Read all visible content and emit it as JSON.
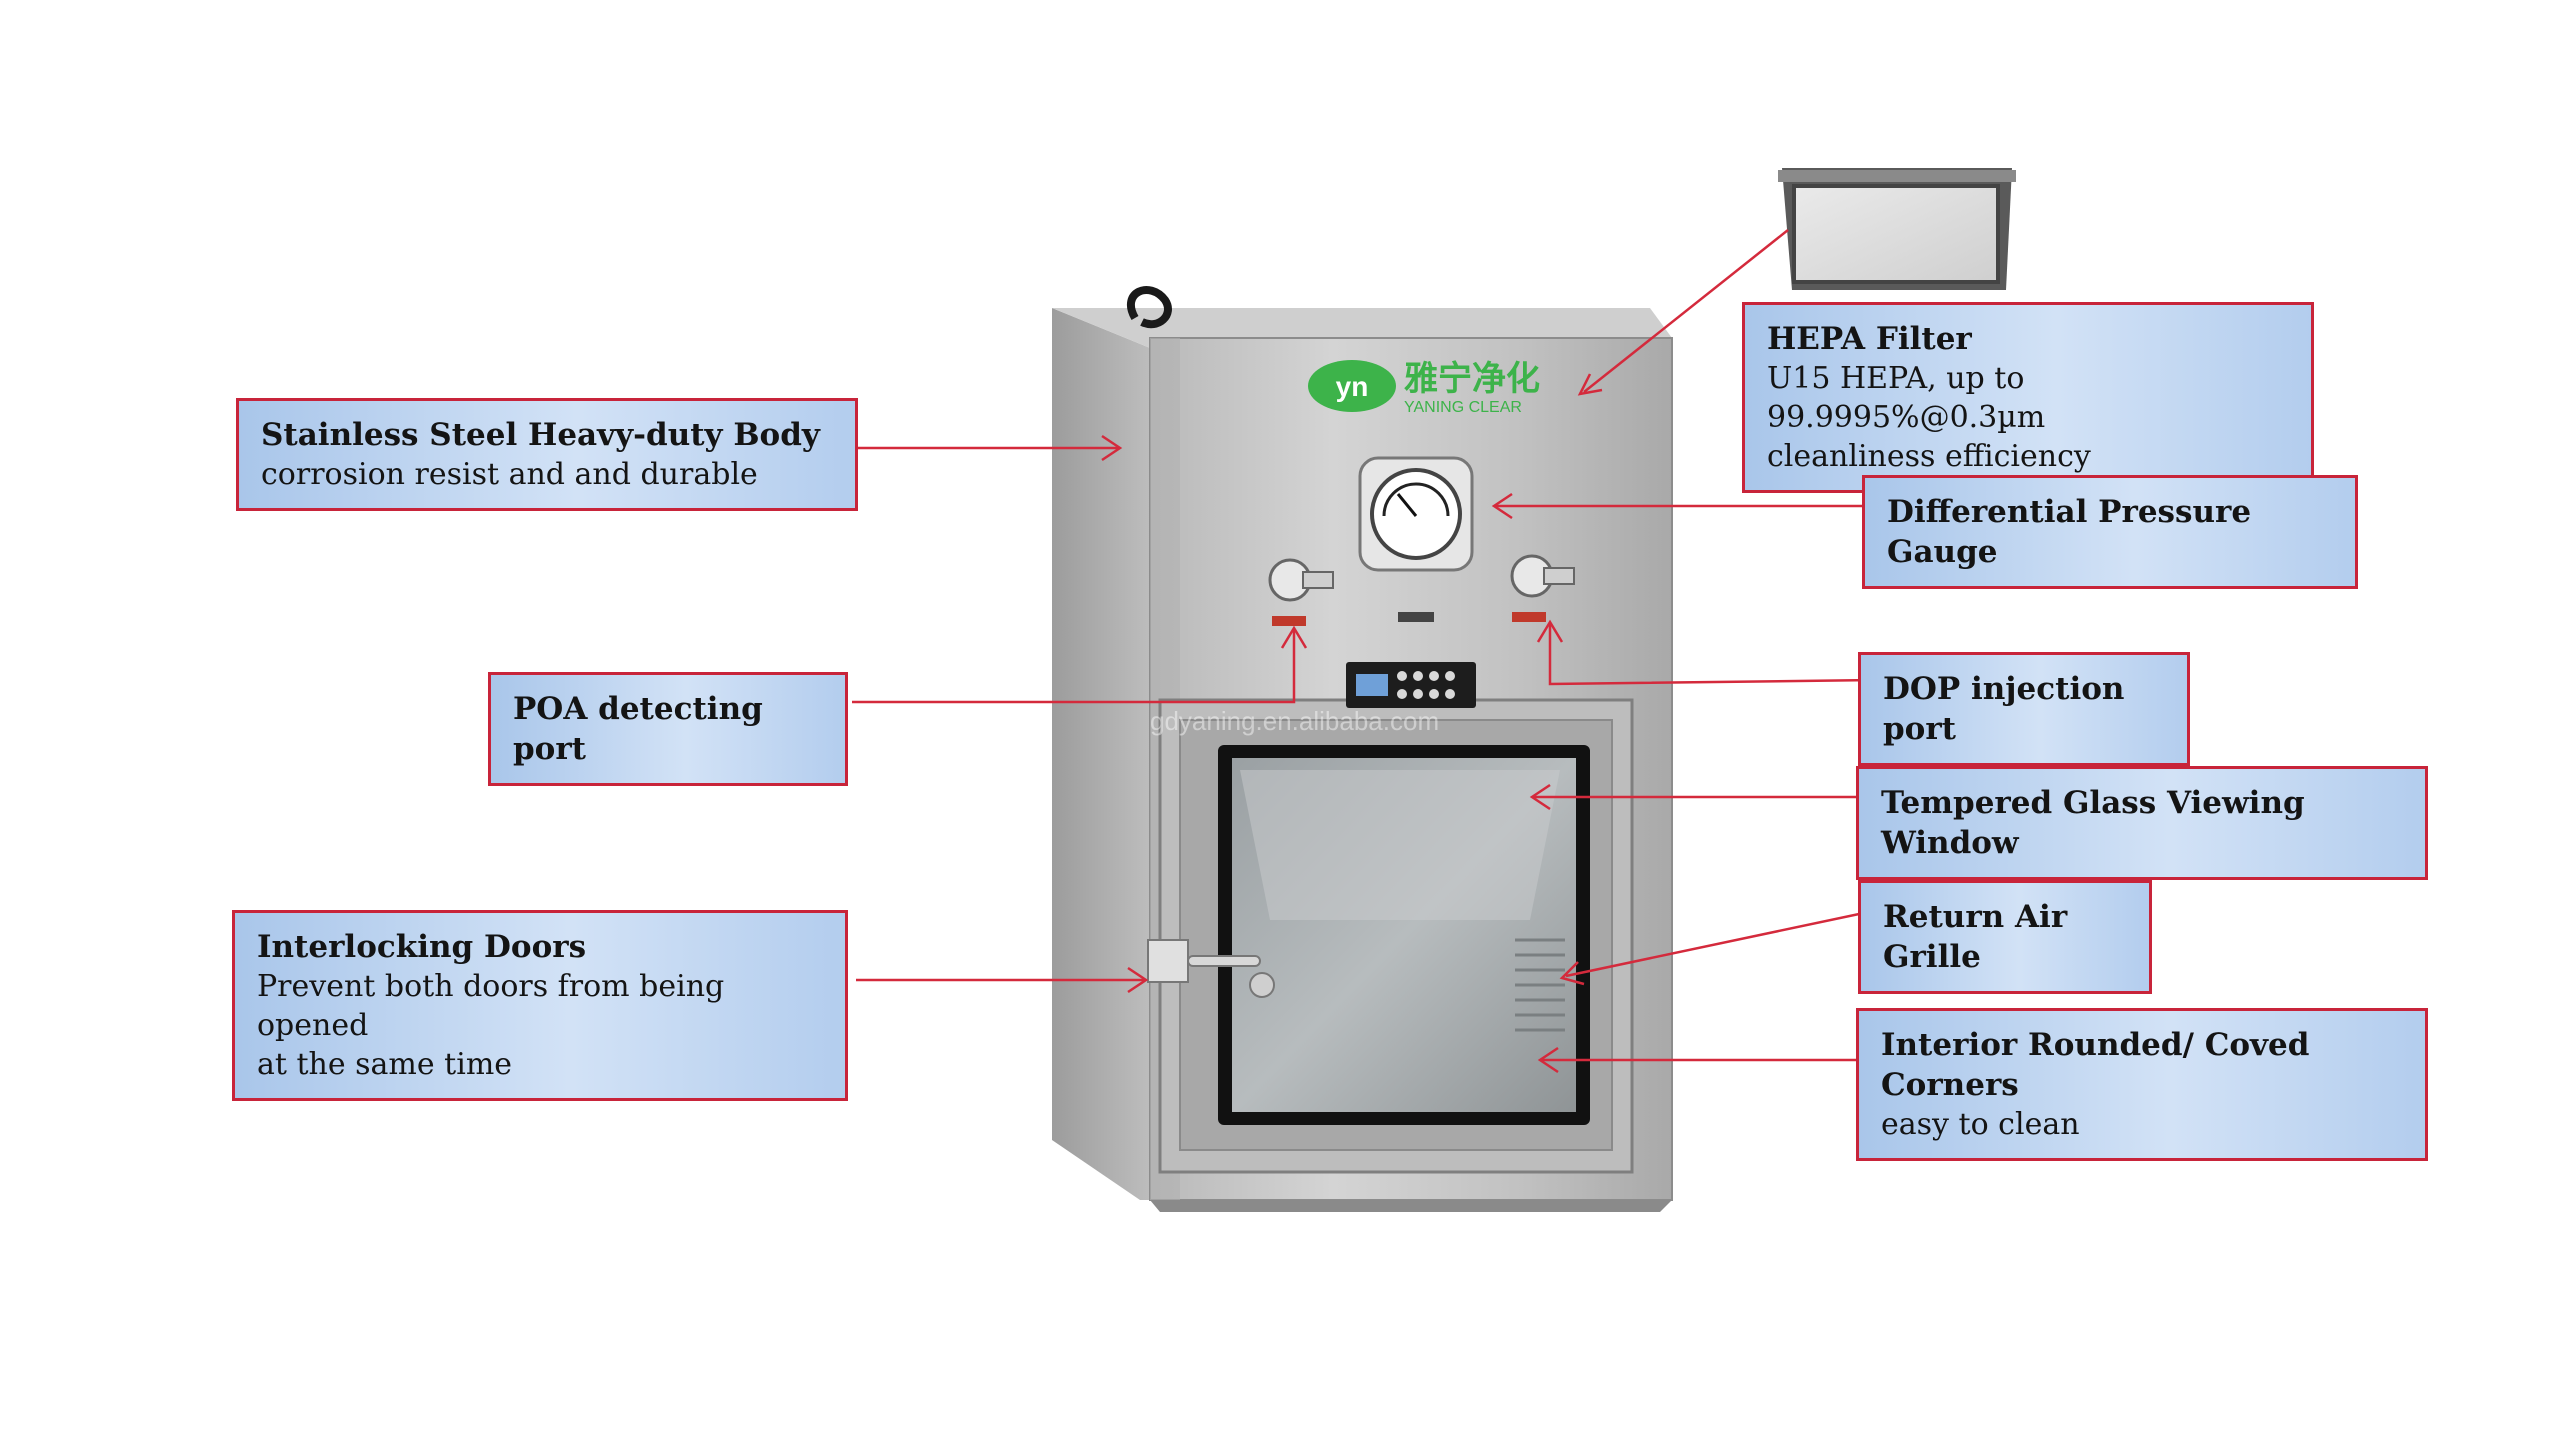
{
  "brand": {
    "logo_mark": "yn",
    "name_cn": "雅宁净化",
    "name_en": "YANING CLEAR"
  },
  "watermark": "gdyaning.en.alibaba.com",
  "colors": {
    "callout_border": "#c8243a",
    "arrow": "#d42a3c",
    "label_fill": "#c3d7f2"
  },
  "callouts": [
    {
      "id": "body",
      "title": "Stainless Steel Heavy-duty Body",
      "desc": [
        "corrosion resist and and durable"
      ]
    },
    {
      "id": "hepa",
      "title": "HEPA Filter",
      "desc": [
        "U15 HEPA, up to 99.9995%@0.3µm",
        "cleanliness efficiency"
      ]
    },
    {
      "id": "gauge",
      "title": "Differential Pressure Gauge",
      "desc": []
    },
    {
      "id": "poa",
      "title": "POA detecting port",
      "desc": []
    },
    {
      "id": "dop",
      "title": "DOP injection port",
      "desc": []
    },
    {
      "id": "glass",
      "title": "Tempered Glass Viewing Window",
      "desc": []
    },
    {
      "id": "doors",
      "title": "Interlocking Doors",
      "desc": [
        "Prevent both doors from being opened",
        "at the same time"
      ]
    },
    {
      "id": "grille",
      "title": "Return Air Grille",
      "desc": []
    },
    {
      "id": "corners",
      "title": "Interior Rounded/ Coved Corners",
      "desc": [
        "easy to clean"
      ]
    }
  ]
}
